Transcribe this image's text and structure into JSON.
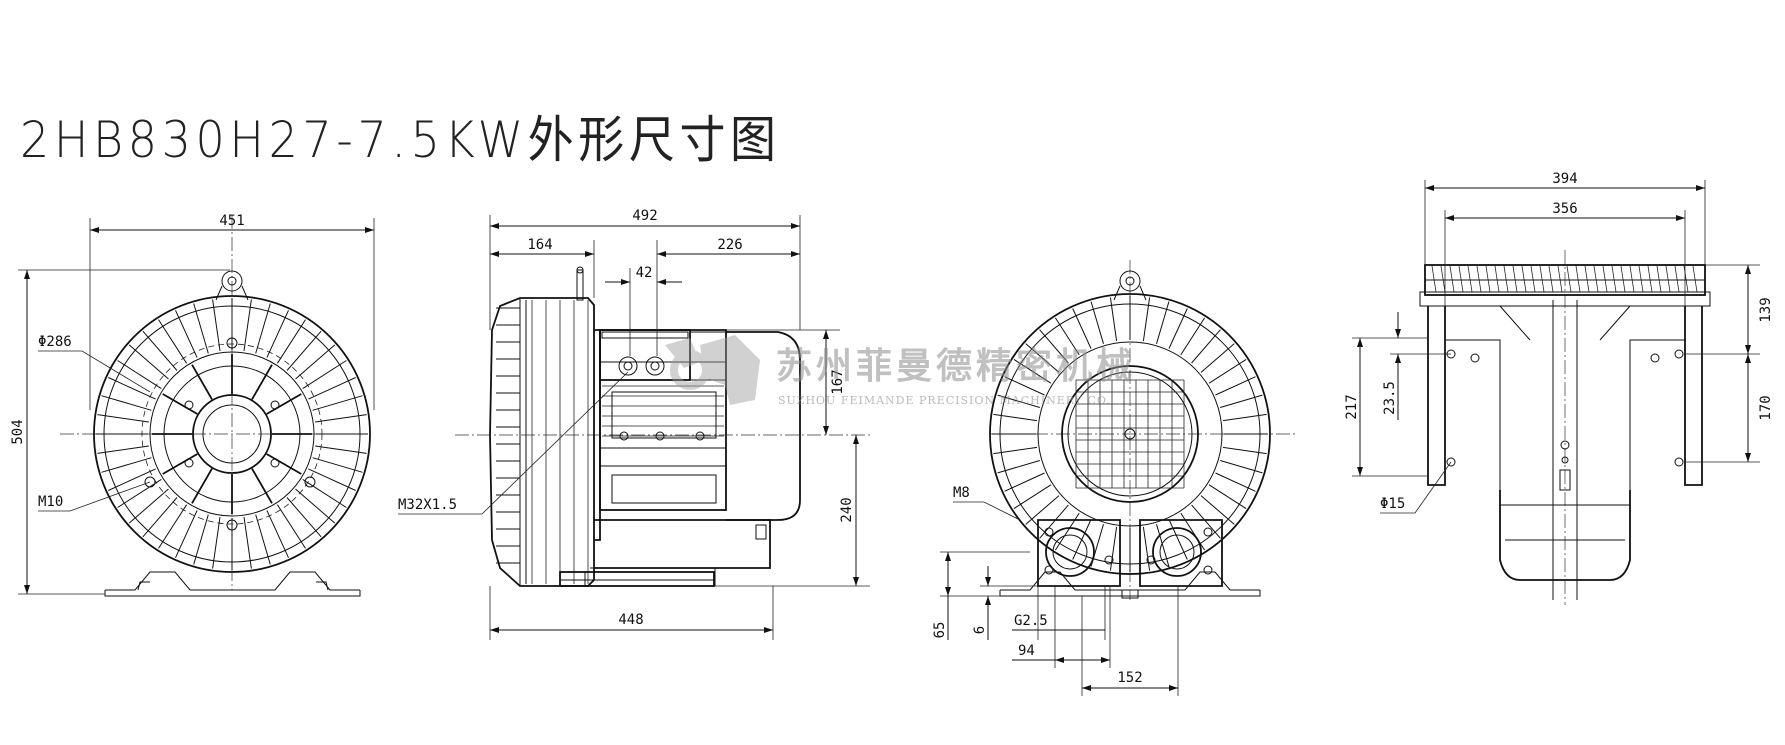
{
  "title": "2HB830H27-7.5KW外形尺寸图",
  "watermark": {
    "company_cn": "苏州菲曼德精密机械",
    "company_en": "SUZHOU FEIMANDE PRECISION MACHINERY CO."
  },
  "views": {
    "front": {
      "width": "451",
      "height": "504",
      "diameter": "Φ286",
      "bolt": "M10"
    },
    "side": {
      "overall_length": "492",
      "left_offset": "164",
      "right_offset": "226",
      "box_width": "42",
      "box_height": "167",
      "center_height": "240",
      "base_length": "448",
      "gland": "M32X1.5"
    },
    "back": {
      "port_height": "65",
      "port_small": "6",
      "thread": "G2.5",
      "port_spacing_inner": "94",
      "port_spacing": "152",
      "bolt": "M8"
    },
    "top": {
      "overall_width": "394",
      "inner_width": "356",
      "depth_top": "139",
      "depth_bottom": "170",
      "hole_spacing": "217",
      "offset": "23.5",
      "hole_diameter": "Φ15"
    }
  },
  "colors": {
    "line": "#111111",
    "watermark": "#8c8c8c"
  }
}
